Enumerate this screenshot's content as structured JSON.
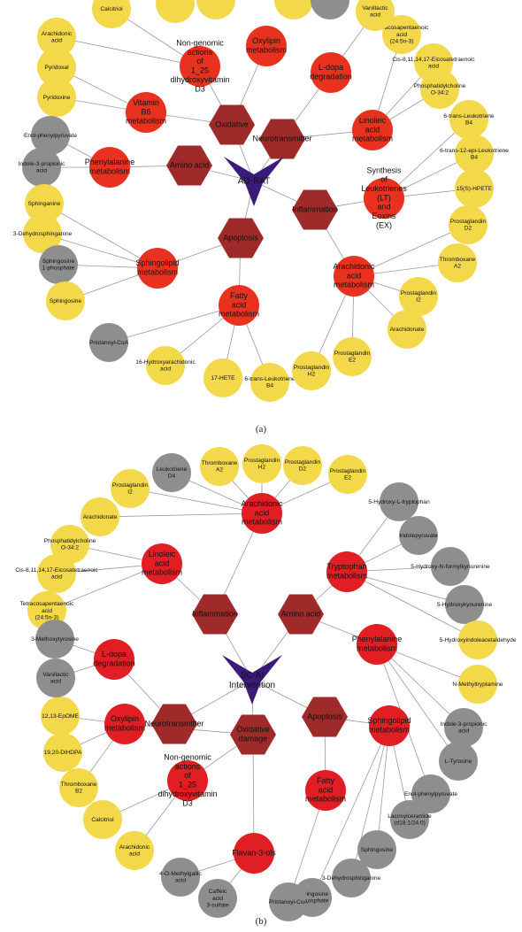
{
  "colors": {
    "edge": "#9a9a9a",
    "center": "#3b1a7a",
    "category": "#9e2a2a",
    "pathway": "#e8321f",
    "pathway_b": "#e01e24",
    "metabolite_yellow": "#f3d84a",
    "metabolite_gray": "#8e8e8e"
  },
  "panel_a": {
    "caption": "(a)",
    "center": "AD-RAT",
    "categories": [
      "Oxidative",
      "Neurotransmitter",
      "Amino acid",
      "Inflammation",
      "Apoptosis"
    ],
    "pathways": [
      "Oxylipin metabolism",
      "L-dopa degradation",
      "Non-genomic actions of 1_25 dihydroxyvitamin D3",
      "Vitamin B6 metabolism",
      "Linoleic acid metabolism",
      "Synthesis of Leukotrienes (LT) and Eoxins (EX)",
      "Phenylalanine metabolism",
      "Sphingolipid metabolism",
      "Fatty acid metabolism",
      "Arachidonic acid metabolism"
    ],
    "metabolites": [
      "Calcitriol",
      "Arachidonic acid",
      "Pyridoxal",
      "Pyridoxine",
      "Enol-phenylpyruvate",
      "Indole-3-propionic acid",
      "Sphinganine",
      "3-Dehydrosphinganine",
      "Sphingosine 1-phosphate",
      "Sphingosine",
      "Pristanoyl-CoA",
      "16-Hydroxyarachidonic acid",
      "17-HETE",
      "6-trans-Leukotriene B4",
      "Prostaglandin H2",
      "Prostaglandin E2",
      "Arachidonate",
      "Prostaglandin I2",
      "Thromboxane A2",
      "Prostaglandin D2",
      "15(S)-HPETE",
      "6-trans-12-epi-Leukotriene B4",
      "6-trans-Leukotriene B4",
      "Phosphatidylcholine O-34:2",
      "Cis-8,11,14,17-Eicosatetraenoic acid",
      "Tetracosapentaenoic acid (24:5n-3)",
      "Vanillactic acid"
    ]
  },
  "panel_b": {
    "caption": "(b)",
    "center": "SC-AI Intervention",
    "categories": [
      "Inflammation",
      "Amino acid",
      "Neurotransmitter",
      "Oxidative damage",
      "Apoptosis"
    ],
    "pathways": [
      "Arachidonic acid metabolism",
      "Linoleic acid metabolism",
      "Tryptophan metabolism",
      "Phenylalanine metabolism",
      "L-dopa degradation",
      "Oxylipin metabolism",
      "Sphingolipid metabolism",
      "Non-genomic actions of 1_25 dihydroxyvitamin D3",
      "Fatty acid metabolism",
      "Flavan-3-ols"
    ],
    "metabolites": [
      "Leukotriene D4",
      "Thromboxane A2",
      "Prostaglandin H2",
      "Prostaglandin D2",
      "Prostaglandin E2",
      "Prostaglandin I2",
      "Arachidonate",
      "Phosphatidylcholine O-34:2",
      "Cis-8,11,14,17-Eicosatetraenoic acid",
      "Tetracosapentaenoic acid (24:5n-3)",
      "5-Hydroxy-L-tryptophan",
      "Indolepyruvate",
      "5-Hydroxy-N-formylkynurenine",
      "5-Hydroxykynurenine",
      "5-Hydroxyindoleacetaldehyde",
      "N-Methyltryptamine",
      "Indole-3-propionic acid",
      "L-Tyrosine",
      "Enol-phenylpyruvate",
      "Lacosylceramide (d18:1/24:0)",
      "Sphingosine",
      "3-Dehydrosphinganine",
      "Sphingosine 1-phosphate",
      "Pristanoyl-CoA",
      "Caffeic acid 3-sulfate",
      "4-O-Methylgallic acid",
      "Arachidonic acid",
      "Calcitriol",
      "Thromboxane B2",
      "19,20-DiHDPA",
      "12,13-EpOME",
      "Vanillactic acid",
      "3-Methoxytyrosine"
    ]
  }
}
